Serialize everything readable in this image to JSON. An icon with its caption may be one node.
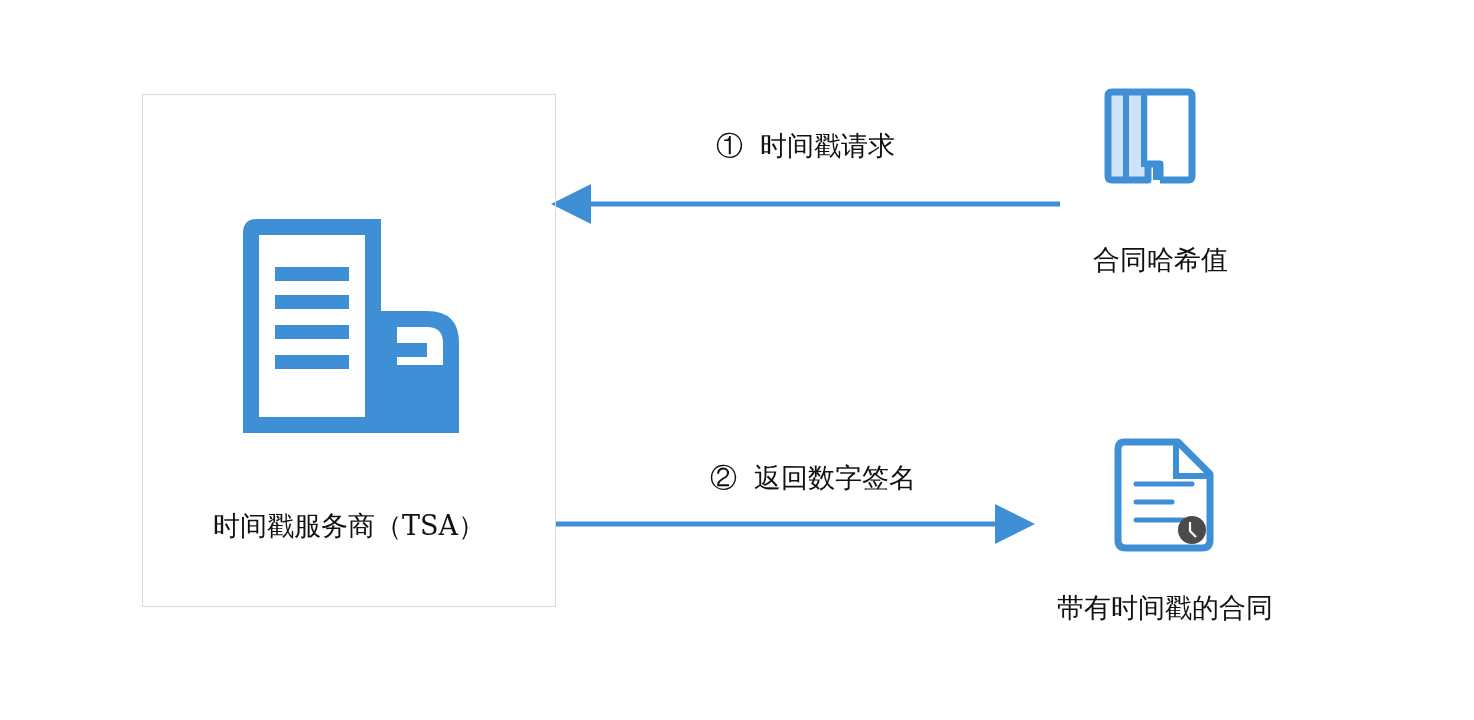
{
  "diagram": {
    "nodes": [
      {
        "text": [
          "时间戳服务商（TSA）"
        ]
      },
      {
        "text": [
          "合同哈希值"
        ]
      },
      {
        "text": [
          "带有时间戳的合同"
        ]
      }
    ],
    "edges": [
      {
        "from": 1,
        "to": 0,
        "arrow": "to",
        "label": "①  时间戳请求"
      },
      {
        "from": 0,
        "to": 2,
        "arrow": "to",
        "label": "②  返回数字签名"
      }
    ]
  }
}
